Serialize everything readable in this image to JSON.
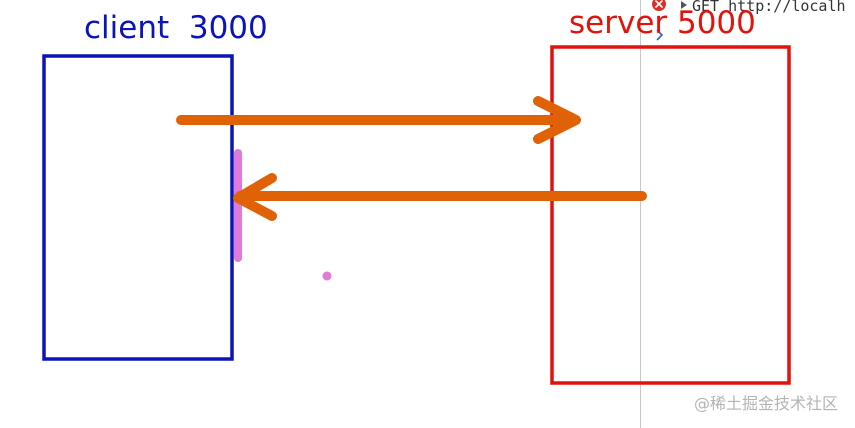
{
  "client": {
    "label": "client  3000",
    "color": "#0a14b8"
  },
  "server": {
    "label": "server 5000",
    "color": "#e0140c"
  },
  "arrows": {
    "request": {
      "color": "#e06206"
    },
    "response": {
      "color": "#e06206"
    }
  },
  "highlight": {
    "color": "#e07ad8"
  },
  "console": {
    "error_icon": "error-circle-icon",
    "toggle_icon": "triangle-right-icon",
    "line_text": "GET http://localh",
    "error_color": "#d93025",
    "divider_color": "#c8c8c8"
  },
  "watermark": {
    "text": "@稀土掘金技术社区"
  }
}
